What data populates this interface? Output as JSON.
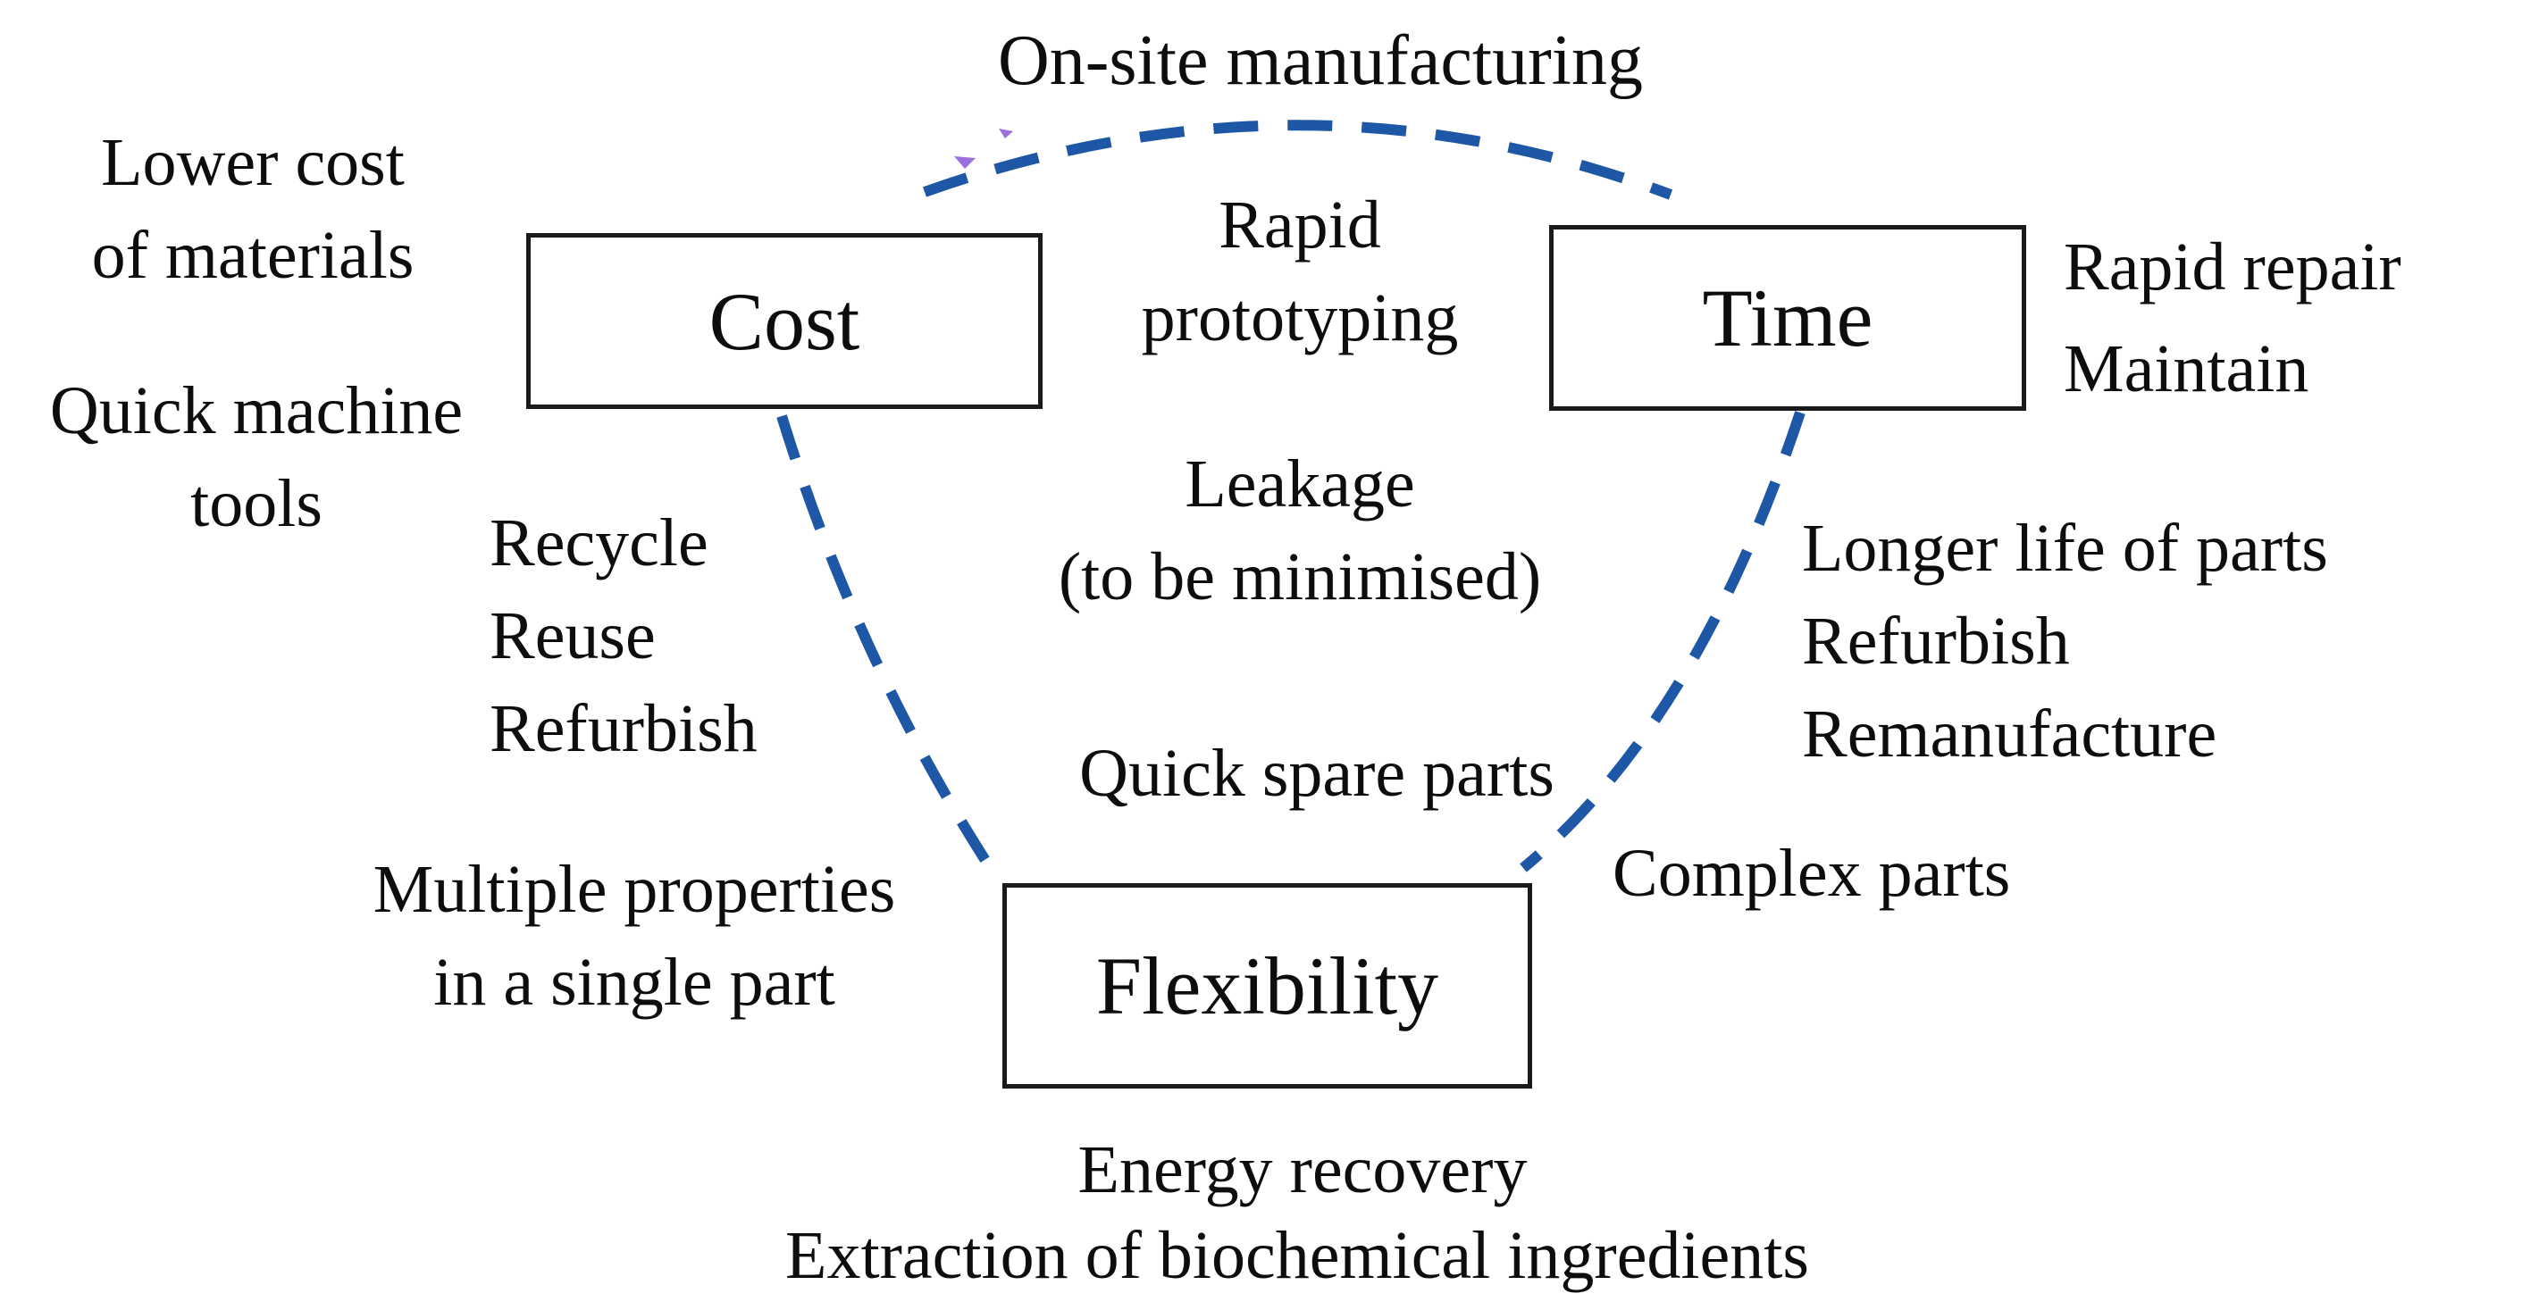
{
  "diagram": {
    "title": "On-site manufacturing",
    "nodes": {
      "cost": {
        "label": "Cost"
      },
      "time": {
        "label": "Time"
      },
      "flexibility": {
        "label": "Flexibility"
      }
    },
    "blocks": {
      "lower_cost": {
        "line1": "Lower cost",
        "line2": "of materials"
      },
      "quick_machine": {
        "line1": "Quick machine",
        "line2": "tools"
      },
      "rapid_prototyping": {
        "line1": "Rapid",
        "line2": "prototyping"
      },
      "rapid_repair": {
        "line1": "Rapid repair",
        "line2": "Maintain"
      },
      "leakage": {
        "line1": "Leakage",
        "line2": "(to be minimised)"
      },
      "recycle_list": {
        "line1": "Recycle",
        "line2": "Reuse",
        "line3": "Refurbish"
      },
      "longer_life_list": {
        "line1": "Longer life of parts",
        "line2": "Refurbish",
        "line3": "Remanufacture"
      },
      "quick_spare": {
        "text": "Quick spare parts"
      },
      "multiple_properties": {
        "line1": "Multiple properties",
        "line2": "in a single part"
      },
      "complex_parts": {
        "text": "Complex parts"
      },
      "energy_recovery": {
        "text": "Energy recovery"
      },
      "extraction": {
        "text": "Extraction of biochemical ingredients"
      }
    },
    "connectors": {
      "cost_time": "dashed arc between Cost and Time",
      "cost_flexibility": "dashed line between Cost and Flexibility",
      "time_flexibility": "dashed line between Time and Flexibility"
    },
    "colors": {
      "dash": "#1d57a5",
      "text": "#0d0d0d",
      "box_border": "#1a1a1a",
      "artifact": "#9b6fe0",
      "background": "#ffffff"
    }
  }
}
